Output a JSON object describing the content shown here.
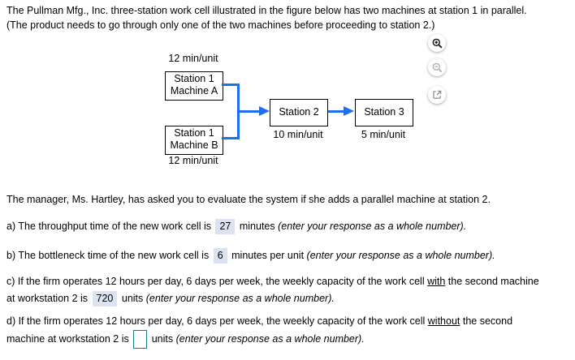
{
  "intro": {
    "line1": "The Pullman Mfg., Inc. three-station work cell illustrated in the figure below has two machines at station 1 in parallel.",
    "line2": "(The product needs to go through only one of the two machines before proceeding to station 2.)"
  },
  "toolbar": {
    "zoom_in_icon": "zoom-in",
    "zoom_out_icon": "zoom-out",
    "open_external_icon": "open-in-new-window"
  },
  "diagram": {
    "machine_a": {
      "rate_label": "12 min/unit",
      "name_line1": "Station 1",
      "name_line2": "Machine A"
    },
    "machine_b": {
      "name_line1": "Station 1",
      "name_line2": "Machine B",
      "rate_label": "12 min/unit"
    },
    "station2": {
      "name": "Station 2",
      "rate_label": "10 min/unit"
    },
    "station3": {
      "name": "Station 3",
      "rate_label": "5 min/unit"
    }
  },
  "manager_text": "The manager, Ms. Hartley, has asked you to evaluate the system if she adds a parallel machine at station 2.",
  "questions": {
    "a": {
      "pre": "a) The throughput time of the new work cell is",
      "answer": "27",
      "mid": "minutes",
      "note": "(enter your response as a whole number)."
    },
    "b": {
      "pre": "b) The bottleneck time of the new work cell is",
      "answer": "6",
      "mid": "minutes per unit",
      "note": "(enter your response as a whole number)."
    },
    "c": {
      "line1_pre": "c) If the firm operates 12 hours per day, 6 days per week, the weekly capacity of the work cell",
      "line1_underline": "with",
      "line1_post": "the second machine",
      "line2_pre": "at workstation 2 is",
      "answer": "720",
      "mid": "units",
      "note": "(enter your response as a whole number)."
    },
    "d": {
      "line1_pre": "d) If the firm operates 12 hours per day, 6 days per week, the weekly capacity of the work cell",
      "line1_underline": "without",
      "line1_post": "the second",
      "line2_pre": "machine at workstation 2 is",
      "answer": "",
      "mid": "units",
      "note": "(enter your response as a whole number)."
    }
  },
  "colors": {
    "arrow_blue": "#1e6ef5",
    "answer_highlight": "#dbe3f1",
    "input_border": "#16798c",
    "icon_dark": "#1b1b1b",
    "icon_light": "#b5b5b5",
    "icon_gray": "#8f8f8f"
  }
}
